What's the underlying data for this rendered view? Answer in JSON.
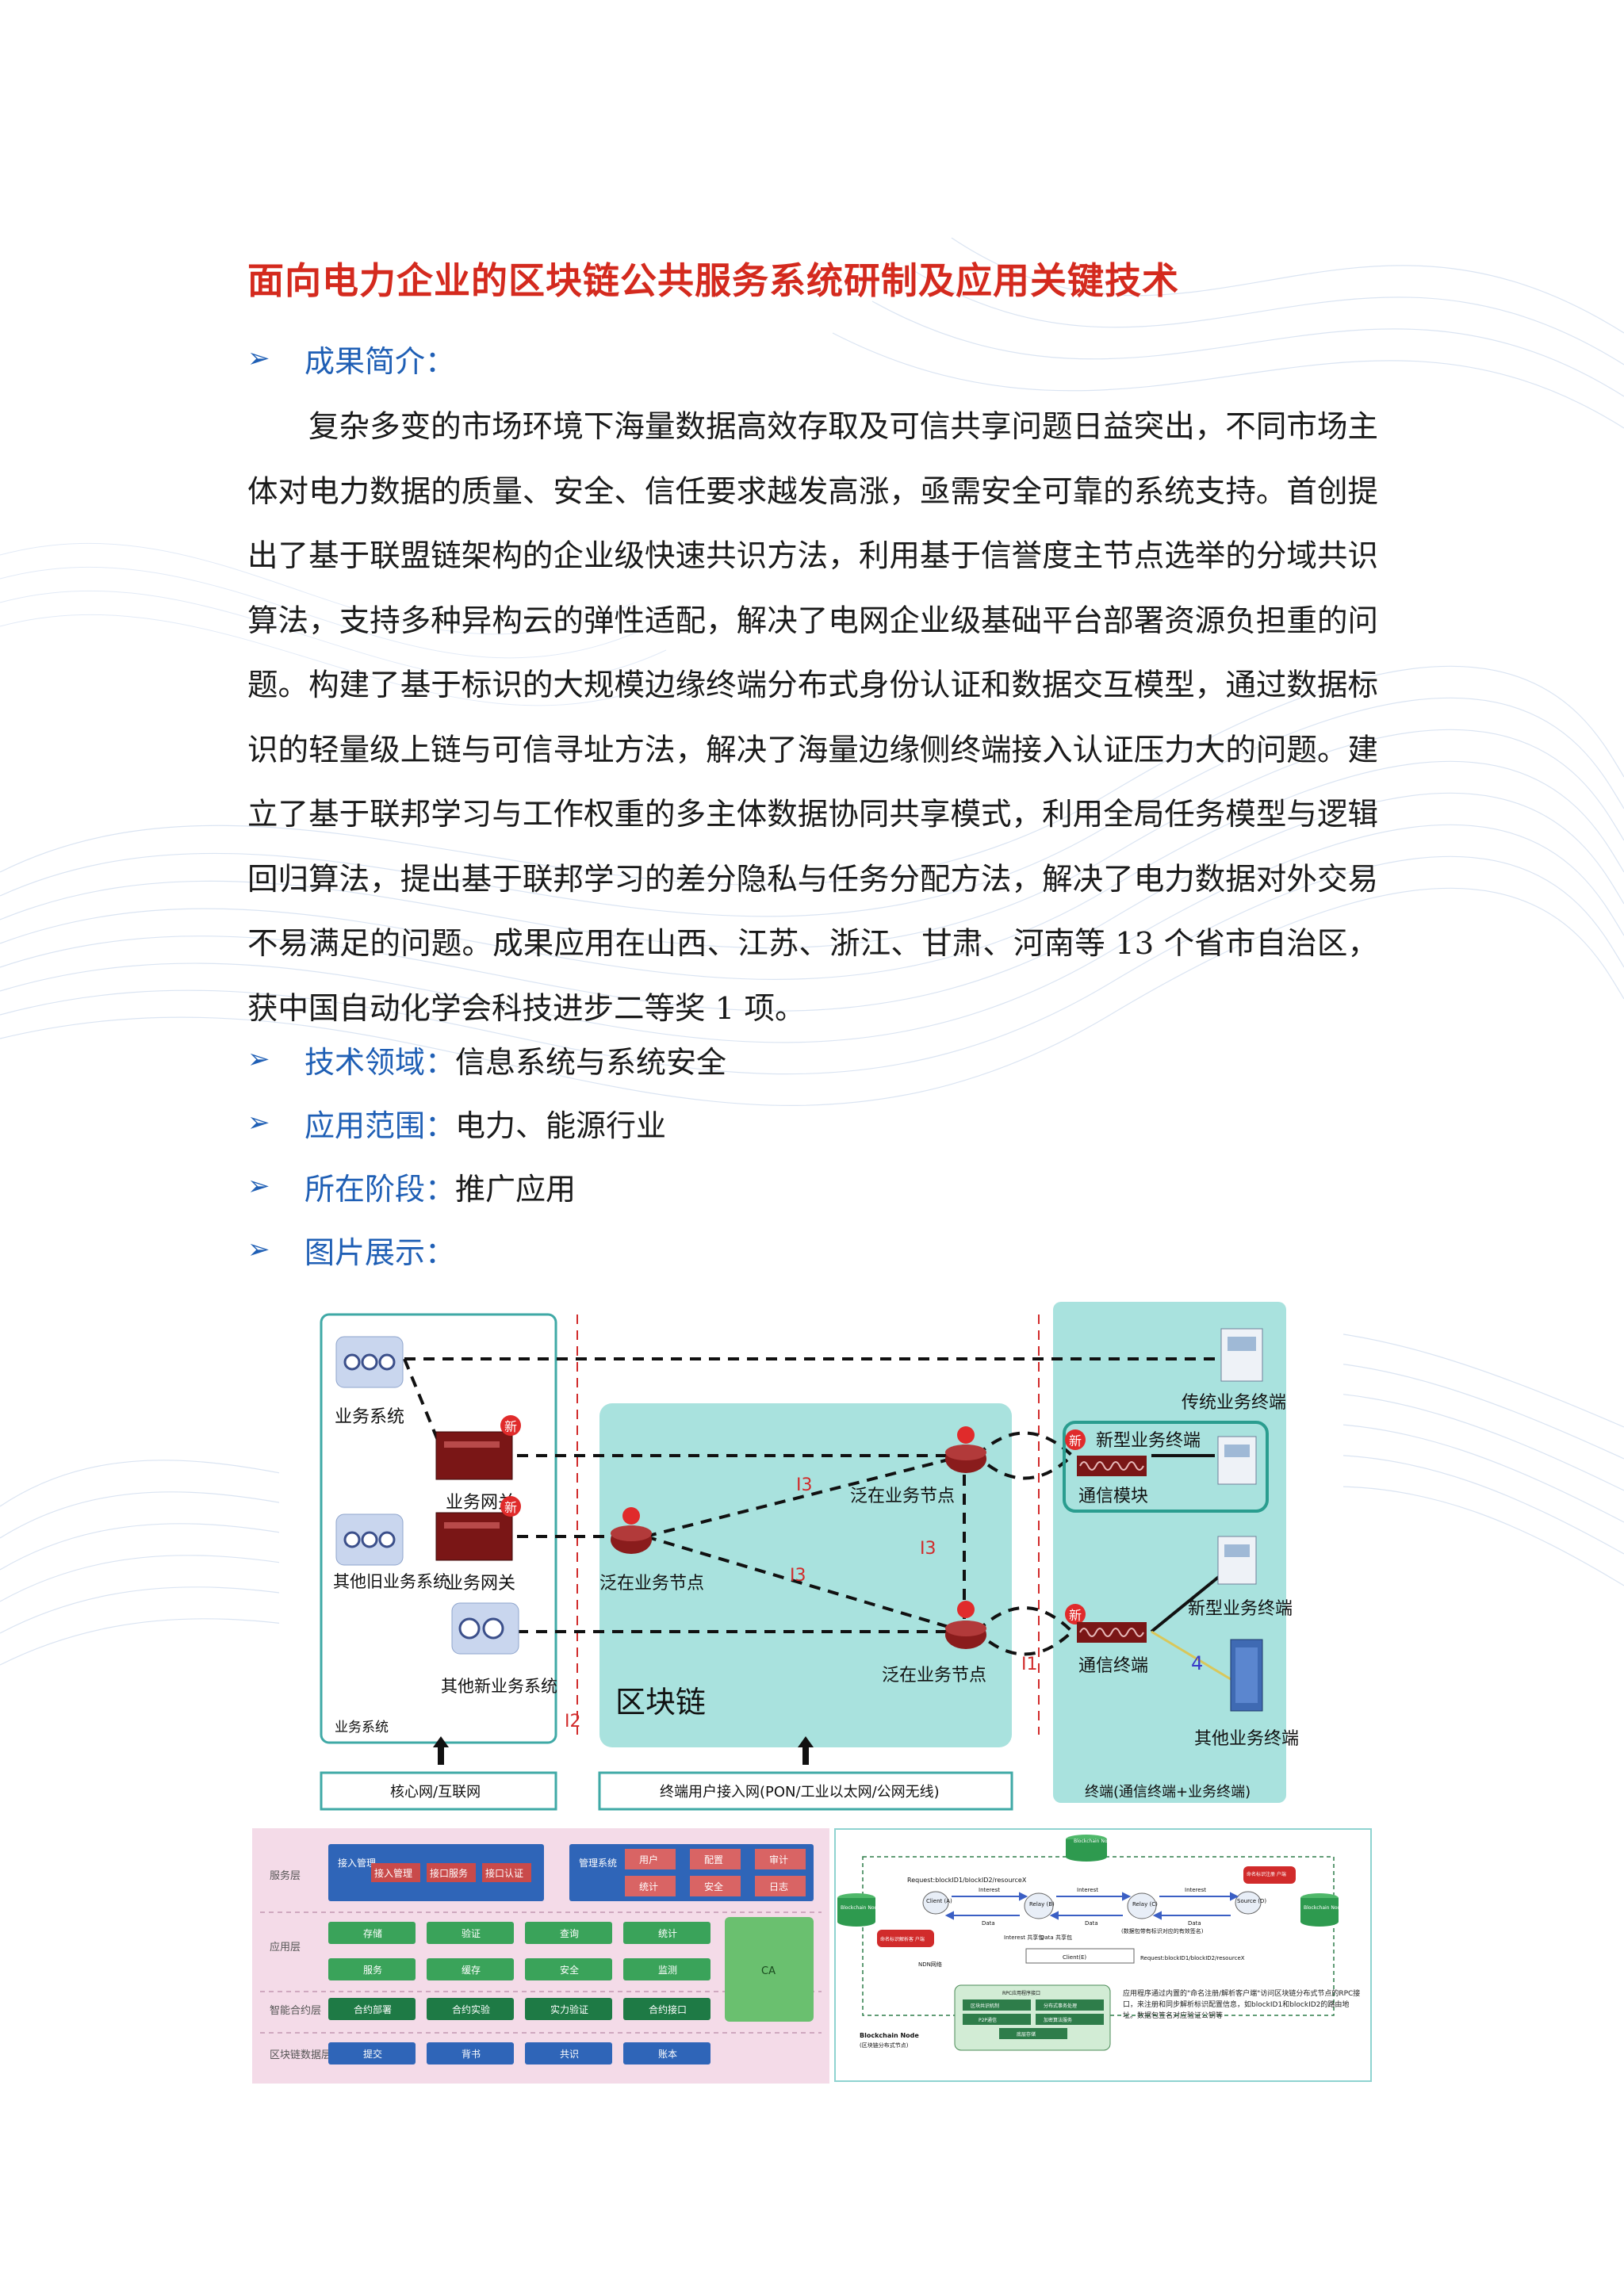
{
  "document": {
    "title": "面向电力企业的区块链公共服务系统研制及应用关键技术",
    "sections": [
      {
        "label": "成果简介："
      },
      {
        "label": "技术领域：",
        "value": "信息系统与系统安全"
      },
      {
        "label": "应用范围：",
        "value": "电力、能源行业"
      },
      {
        "label": "所在阶段：",
        "value": "推广应用"
      },
      {
        "label": "图片展示："
      }
    ],
    "intro_paragraph": "复杂多变的市场环境下海量数据高效存取及可信共享问题日益突出，不同市场主体对电力数据的质量、安全、信任要求越发高涨，亟需安全可靠的系统支持。首创提出了基于联盟链架构的企业级快速共识方法，利用基于信誉度主节点选举的分域共识算法，支持多种异构云的弹性适配，解决了电网企业级基础平台部署资源负担重的问题。构建了基于标识的大规模边缘终端分布式身份认证和数据交互模型，通过数据标识的轻量级上链与可信寻址方法，解决了海量边缘侧终端接入认证压力大的问题。建立了基于联邦学习与工作权重的多主体数据协同共享模式，利用全局任务模型与逻辑回归算法，提出基于联邦学习的差分隐私与任务分配方法，解决了电力数据对外交易不易满足的问题。成果应用在山西、江苏、浙江、甘肃、河南等 13 个省市自治区，获中国自动化学会科技进步二等奖 1 项。"
  },
  "figure_network": {
    "left_group": {
      "business_system": "业务系统",
      "business_gateway_1": "业务网关",
      "legacy_system": "其他旧业务系统",
      "business_gateway_2": "业务网关",
      "new_system": "其他新业务系统",
      "group_label": "业务系统"
    },
    "middle": {
      "node_left": "泛在业务节点",
      "node_top": "泛在业务节点",
      "node_bottom": "泛在业务节点",
      "blockchain_label": "区块链"
    },
    "right": {
      "traditional_terminal": "传统业务终端",
      "new_terminal_group": "新型业务终端",
      "comm_module": "通信模块",
      "new_terminal": "新型业务终端",
      "comm_terminal": "通信终端",
      "other_terminal": "其他业务终端"
    },
    "interfaces": {
      "i1": "I1",
      "i2": "I2",
      "i3a": "I3",
      "i3b": "I3",
      "i3c": "I3",
      "i4": "4"
    },
    "new_badge": "新",
    "bottom_bars": {
      "core_net": "核心网/互联网",
      "access_net": "终端用户接入网(PON/工业以太网/公网无线)",
      "terminal": "终端(通信终端+业务终端)"
    }
  },
  "figure_layers": {
    "layers": [
      "服务层",
      "应用层",
      "智能合约层",
      "区块链数据层"
    ],
    "access_mgmt": "接入管理",
    "access_items": [
      "接入管理",
      "接口服务",
      "接口认证"
    ],
    "mgmt_system": "管理系统",
    "mgmt_items": [
      "用户",
      "配置",
      "审计",
      "统计",
      "安全",
      "日志"
    ],
    "app_row1": [
      "存储",
      "验证",
      "查询",
      "统计"
    ],
    "app_row2": [
      "服务",
      "缓存",
      "安全",
      "监测"
    ],
    "contract_row": [
      "合约部署",
      "合约实验",
      "实力验证",
      "合约接口"
    ],
    "data_row": [
      "提交",
      "背书",
      "共识",
      "账本"
    ],
    "ca": "CA"
  },
  "figure_flow": {
    "bc_node_top": "Blockchain Node",
    "bc_node_left": "Blockchain Node",
    "bc_node_right": "Blockchain Node",
    "request_top": "Request:blockID1/blockID2/resourceX",
    "request_bottom": "Request:blockID1/blockID2/resourceX",
    "client_a": "Client (A)",
    "relay_b": "Relay (B)",
    "relay_c": "Relay (C)",
    "source_d": "Source (D)",
    "client_e": "Client(E)",
    "interest": "Interest",
    "data": "Data",
    "interest_share": "Interest 共享包",
    "data_share": "Data 共享包",
    "note_mid": "(数据包带有标识对应的有效签名)",
    "ndn": "NDN网络",
    "tag_top_right": "命名标识注册 户端",
    "tag_left": "命名标识解析客 户端",
    "rpc": "RPC应用程序接口",
    "bottom_cells": [
      "区块共识机制",
      "分布式事务处理",
      "P2P通信",
      "加密算法服务",
      "底层存储"
    ],
    "bottom_node": "Blockchain Node",
    "bottom_node_sub": "(区块链分布式节点)",
    "caption": "应用程序通过内置的\"命名注册/解析客户端\"访问区块链分布式节点的RPC接口，来注册和同步解析标识配置信息，如blockID1和blockID2的路由地址。数据包签名对应验证公钥等"
  },
  "colors": {
    "title_red": "#d42a1e",
    "label_blue": "#1f5fb5",
    "panel_teal": "#a9e2de",
    "meter_red": "#7a1616"
  }
}
